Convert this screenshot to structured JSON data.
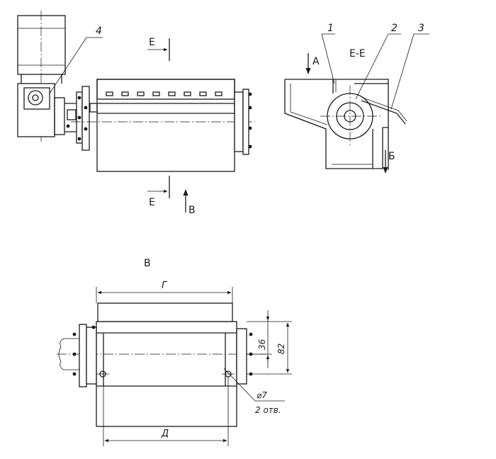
{
  "labels": {
    "callout_1": "1",
    "callout_2": "2",
    "callout_3": "3",
    "callout_4": "4",
    "section_mark_top": "Е",
    "section_mark_bottom": "Е",
    "section_title": "Е-Е",
    "arrow_a": "А",
    "arrow_b": "Б",
    "arrow_v": "В",
    "view_title": "В"
  },
  "dimensions": {
    "width_g": "Г",
    "width_d": "Д",
    "dim_36": "36",
    "dim_82": "82",
    "hole_diameter": "⌀7",
    "hole_count": "2 отв."
  },
  "style": {
    "line_color": "#1a1a1a",
    "background": "#ffffff"
  }
}
